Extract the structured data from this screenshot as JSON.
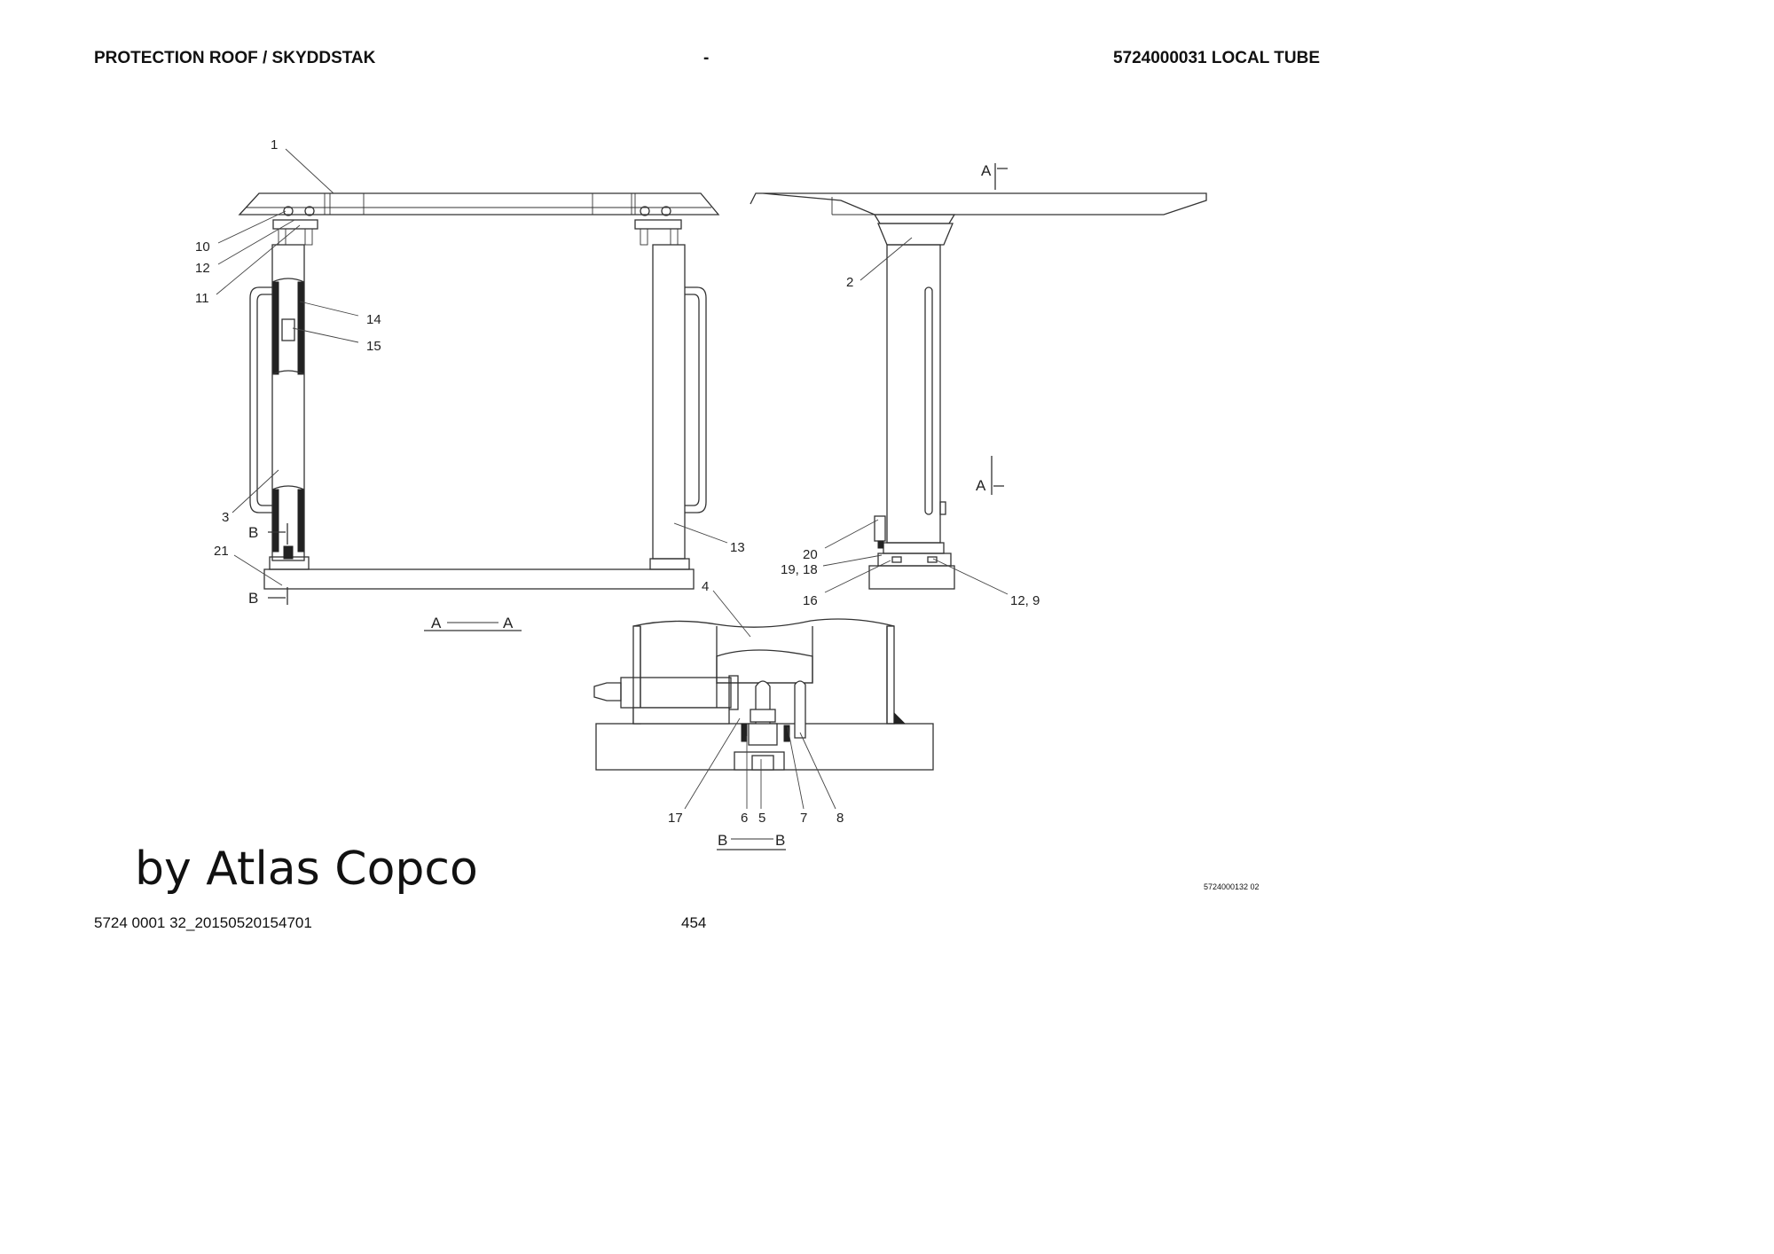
{
  "header": {
    "left": "PROTECTION ROOF / SKYDDSTAK",
    "middle": "-",
    "right": "5724000031 LOCAL TUBE"
  },
  "footer": {
    "doc_id": "5724 0001 32_20150520154701",
    "page_number": "454"
  },
  "brand": "by Atlas Copco",
  "drawing_number": "5724000132 02",
  "callouts": {
    "c1": "1",
    "c10": "10",
    "c12": "12",
    "c11": "11",
    "c14": "14",
    "c15": "15",
    "c3": "3",
    "c21": "21",
    "c13": "13",
    "c2": "2",
    "c20": "20",
    "c19_18": "19, 18",
    "c16": "16",
    "c12_9": "12, 9",
    "c4": "4",
    "c17": "17",
    "c6": "6",
    "c5": "5",
    "c7": "7",
    "c8": "8"
  },
  "section_marks": {
    "a_top": "A",
    "a_mid": "A",
    "b_top": "B",
    "b_bottom": "B",
    "aa_left": "A",
    "aa_right": "A",
    "bb_left": "B",
    "bb_right": "B"
  }
}
